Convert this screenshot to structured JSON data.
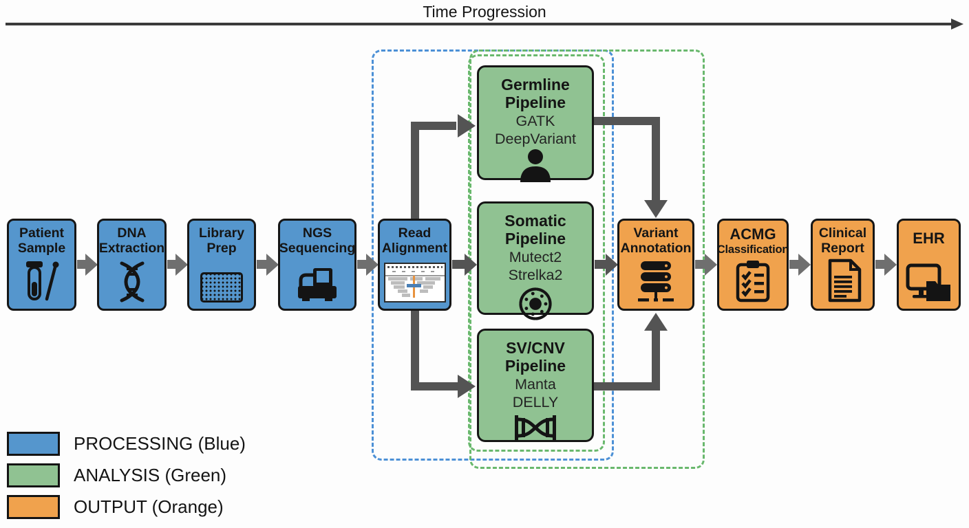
{
  "header": {
    "title": "Time Progression"
  },
  "colors": {
    "processing_blue": "#5596cd",
    "analysis_green": "#90c292",
    "output_orange": "#f0a24d",
    "connector_gray": "#545454",
    "dashed_blue": "#4c90d6",
    "dashed_green": "#69b86d"
  },
  "main_flow": [
    {
      "label1": "Patient",
      "label2": "Sample",
      "icon": "test-tube-swab-icon",
      "category": "processing"
    },
    {
      "label1": "DNA",
      "label2": "Extraction",
      "icon": "dna-helix-icon",
      "category": "processing"
    },
    {
      "label1": "Library",
      "label2": "Prep",
      "icon": "microplate-icon",
      "category": "processing"
    },
    {
      "label1": "NGS",
      "label2": "Sequencing",
      "icon": "sequencer-icon",
      "category": "processing"
    },
    {
      "label1": "Read",
      "label2": "Alignment",
      "icon": "alignment-browser-icon",
      "category": "processing"
    },
    {
      "label1": "Variant",
      "label2": "Annotation",
      "icon": "database-icon",
      "category": "output"
    },
    {
      "label1": "ACMG",
      "label2": "Classification",
      "icon": "clipboard-checklist-icon",
      "category": "output"
    },
    {
      "label1": "Clinical",
      "label2": "Report",
      "icon": "document-icon",
      "category": "output"
    },
    {
      "label1": "EHR",
      "icon": "monitor-folder-icon",
      "category": "output"
    }
  ],
  "pipelines": [
    {
      "title1": "Germline",
      "title2": "Pipeline",
      "tools": [
        "GATK",
        "DeepVariant"
      ],
      "icon": "person-icon",
      "category": "analysis"
    },
    {
      "title1": "Somatic",
      "title2": "Pipeline",
      "tools": [
        "Mutect2",
        "Strelka2"
      ],
      "icon": "cell-icon",
      "category": "analysis"
    },
    {
      "title1": "SV/CNV",
      "title2": "Pipeline",
      "tools": [
        "Manta",
        "DELLY"
      ],
      "icon": "dna-cross-icon",
      "category": "analysis"
    }
  ],
  "legend": [
    {
      "label": "PROCESSING (Blue)",
      "color": "#5596cd"
    },
    {
      "label": "ANALYSIS (Green)",
      "color": "#90c292"
    },
    {
      "label": "OUTPUT (Orange)",
      "color": "#f0a24d"
    }
  ]
}
